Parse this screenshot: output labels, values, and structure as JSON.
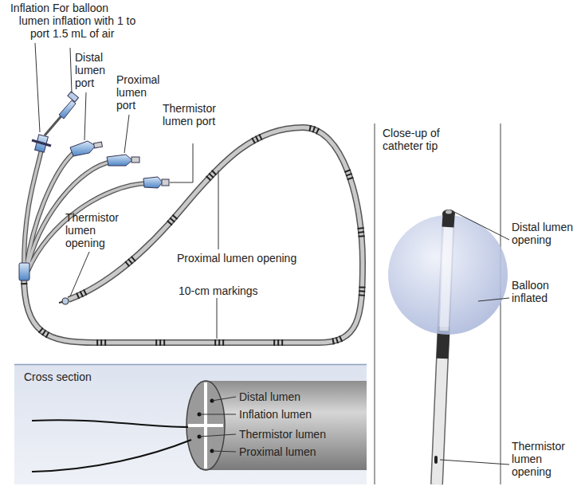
{
  "diagram": {
    "nodes": [
      {
        "text": [
          "Cross section"
        ]
      }
    ],
    "labels": [
      "Inflation lumen port",
      "For balloon inflation with 1 to 1.5 mL of air",
      "Distal lumen port",
      "Proximal lumen port",
      "Thermistor lumen port",
      "Thermistor lumen opening",
      "Proximal lumen opening",
      "10-cm markings",
      "Distal lumen",
      "Inflation lumen",
      "Thermistor lumen",
      "Proximal lumen",
      "Close-up of catheter tip",
      "Distal lumen opening",
      "Balloon inflated",
      "Thermistor lumen opening"
    ]
  }
}
